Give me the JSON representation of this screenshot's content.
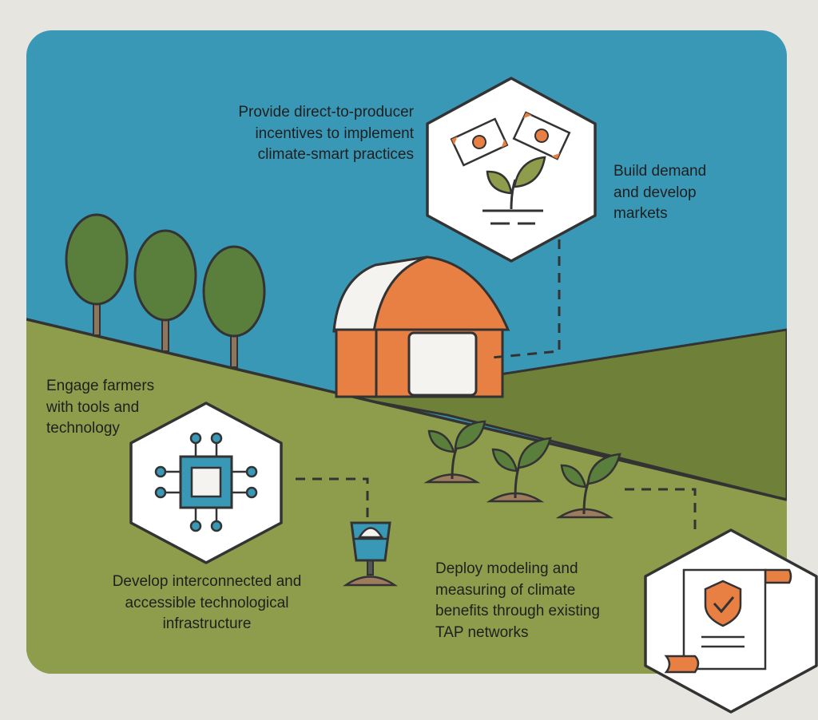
{
  "labels": {
    "incentives": "Provide direct-to-producer\nincentives to implement\nclimate-smart practices",
    "markets": "Build demand\nand develop\nmarkets",
    "engage": "Engage farmers\nwith tools and\ntechnology",
    "infrastructure": "Develop interconnected and\naccessible technological\ninfrastructure",
    "modeling": "Deploy modeling and\nmeasuring of climate\nbenefits through existing\nTAP networks"
  },
  "colors": {
    "sky": "#3a98b7",
    "field_light": "#8e9d4b",
    "field_dark": "#6f8138",
    "outline": "#333333",
    "barn": "#e87f43",
    "tree": "#5a7f3d",
    "icon_blue": "#3a98b7",
    "soil": "#9c7b5e",
    "page_bg": "#e6e5e0"
  },
  "icons": [
    "money-icon",
    "sprout-icon",
    "microchip-icon",
    "sensor-icon",
    "document-shield-icon",
    "barn-icon",
    "tree-icon"
  ]
}
